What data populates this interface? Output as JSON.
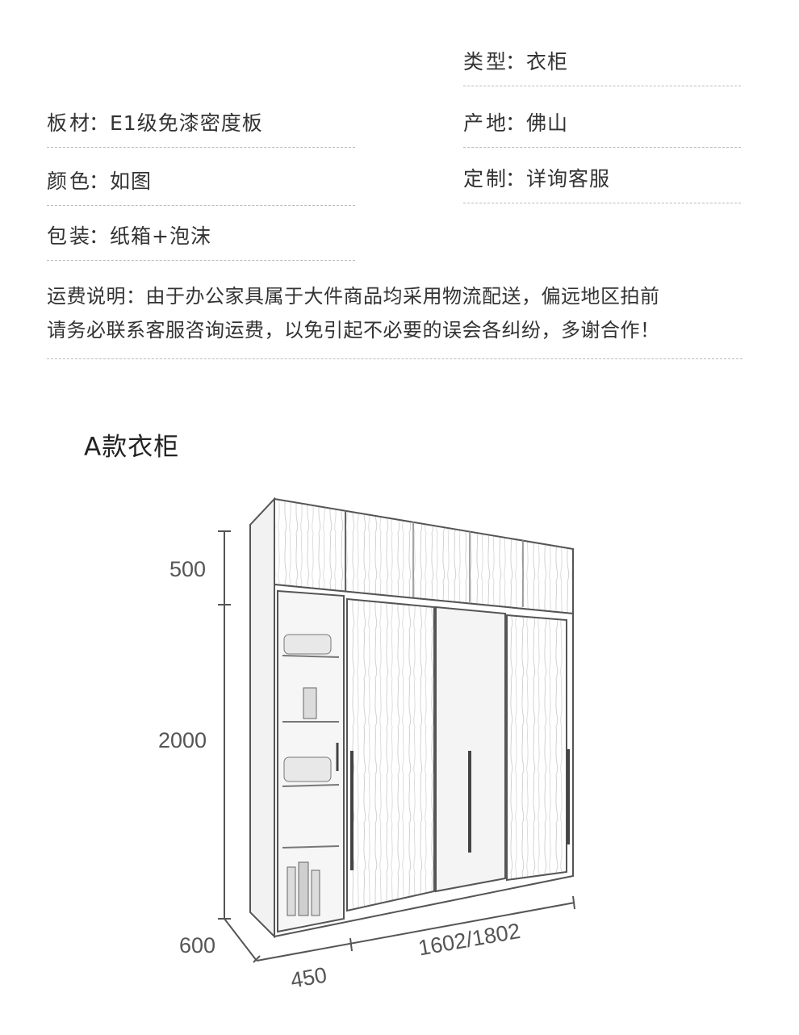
{
  "specs": [
    {
      "id": "type",
      "label": "类型",
      "value": "衣柜"
    },
    {
      "id": "material",
      "label": "板材",
      "value": "E1级免漆密度板"
    },
    {
      "id": "origin",
      "label": "产地",
      "value": "佛山"
    },
    {
      "id": "color",
      "label": "颜色",
      "value": "如图"
    },
    {
      "id": "custom",
      "label": "定制",
      "value": "详询客服"
    },
    {
      "id": "package",
      "label": "包装",
      "value": "纸箱+泡沫"
    }
  ],
  "spec_labels": {
    "type": [
      "类",
      "型"
    ],
    "material": [
      "板",
      "材"
    ],
    "origin": [
      "产",
      "地"
    ],
    "color": [
      "颜",
      "色"
    ],
    "custom": [
      "定",
      "制"
    ],
    "package": [
      "包",
      "装"
    ]
  },
  "colon": "：",
  "shipping_note": {
    "line1": "运费说明：由于办公家具属于大件商品均采用物流配送，偏远地区拍前",
    "line2": "请务必联系客服咨询运费，以免引起不必要的误会各纠纷，多谢合作！"
  },
  "section_title": "A款衣柜",
  "dimensions": {
    "top_height": "500",
    "body_height": "2000",
    "depth_label": "600",
    "side_width": "450",
    "front_width": "1602/1802"
  }
}
